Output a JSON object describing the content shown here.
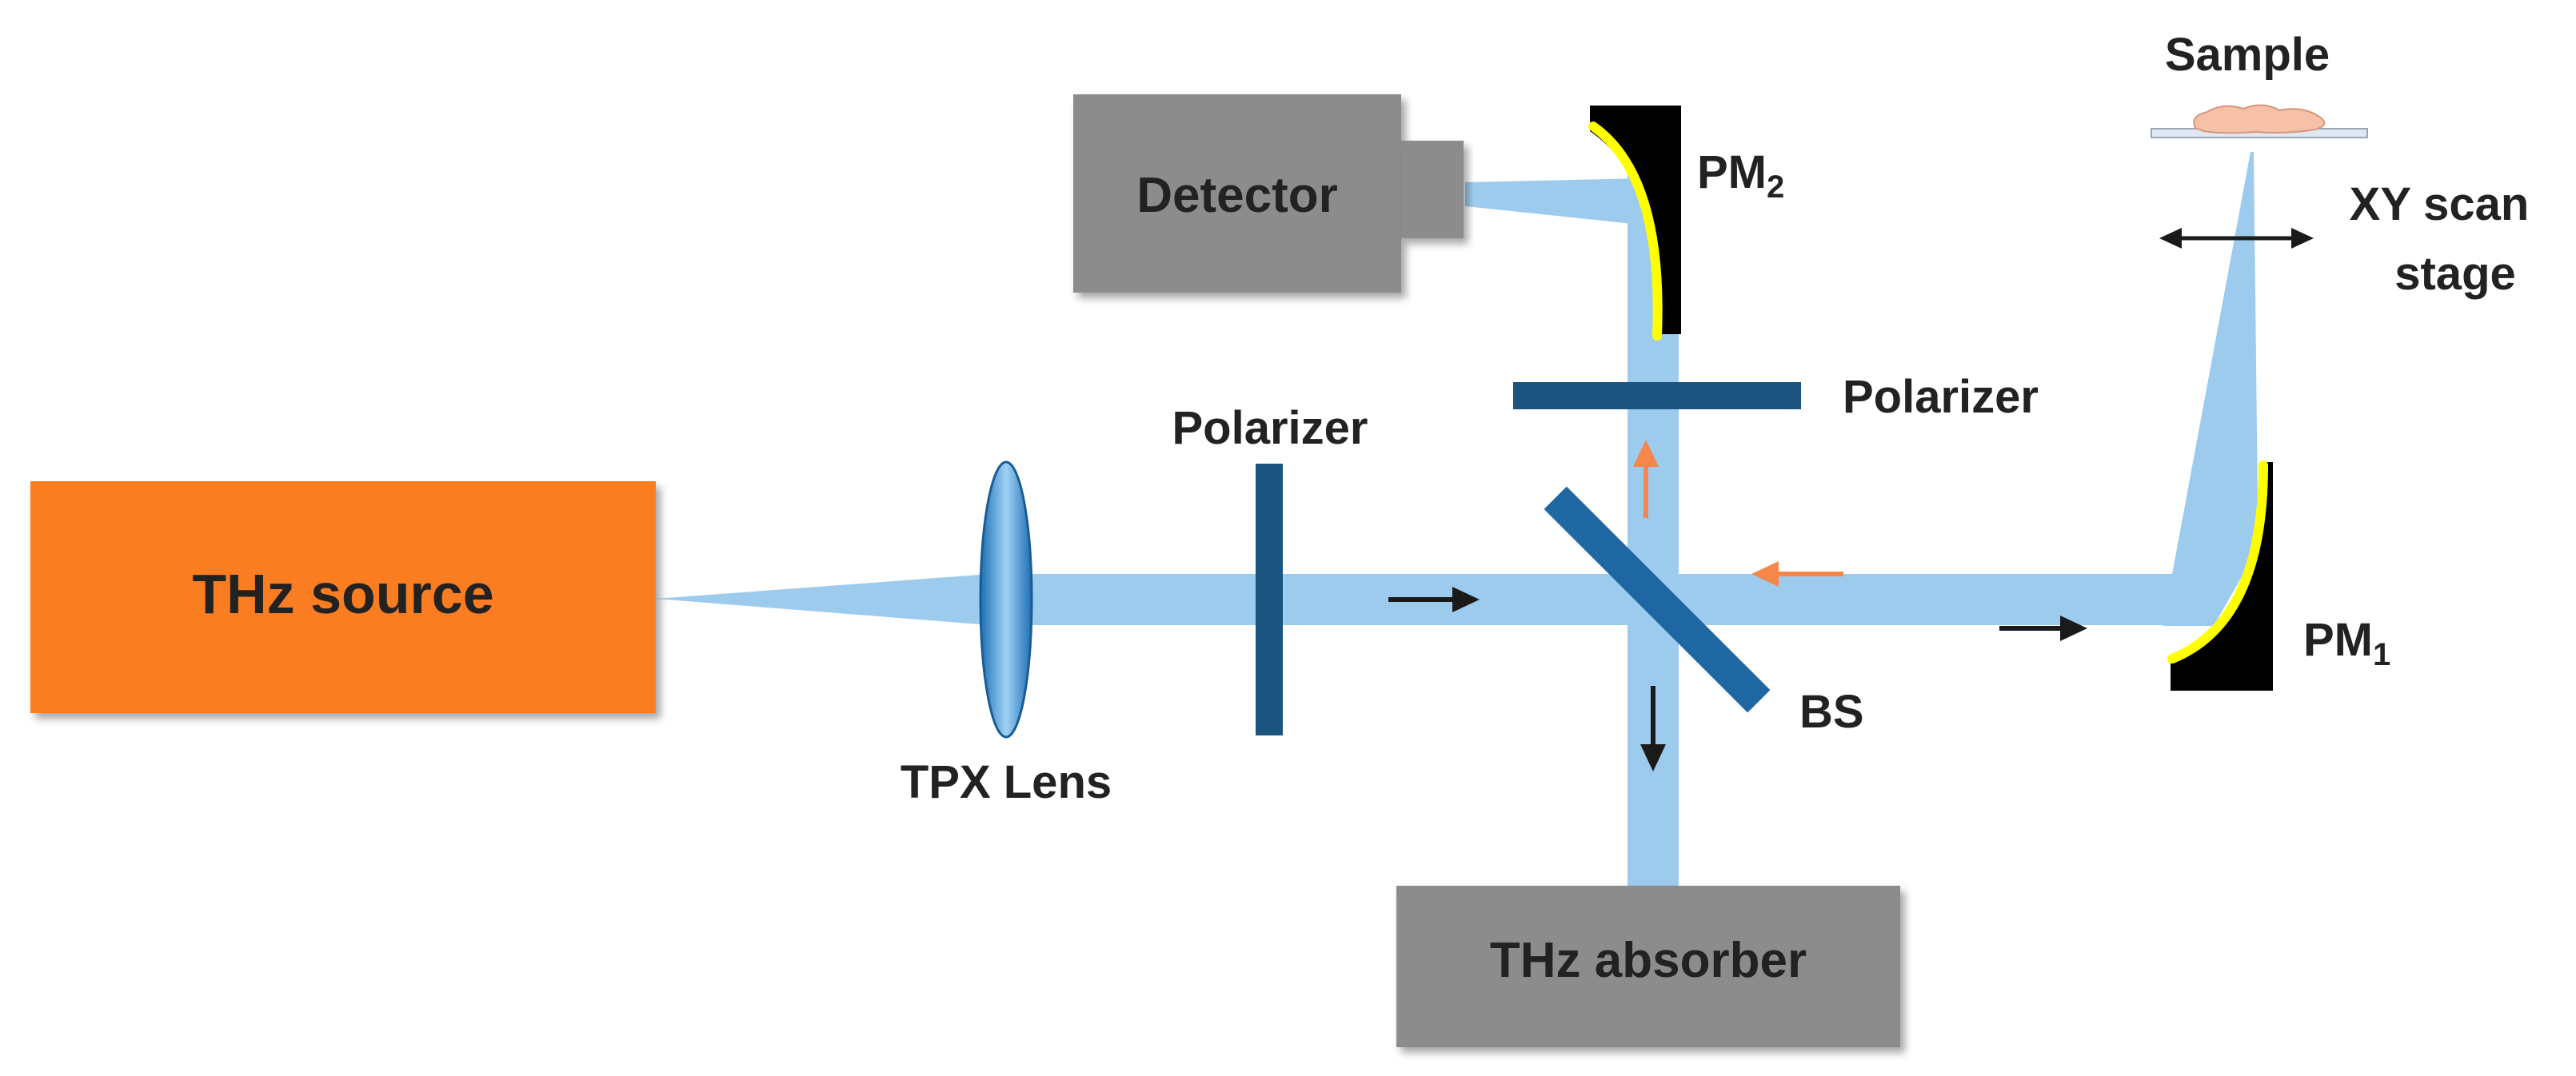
{
  "components": {
    "source": "THz source",
    "lens": "TPX Lens",
    "polarizer_1": "Polarizer",
    "polarizer_2": "Polarizer",
    "beam_splitter": "BS",
    "detector": "Detector",
    "absorber": "THz absorber",
    "sample": "Sample",
    "stage_line_1": "XY scan",
    "stage_line_2": "stage",
    "mirror_1": {
      "main": "PM",
      "sub": "1"
    },
    "mirror_2": {
      "main": "PM",
      "sub": "2"
    }
  },
  "colors": {
    "source_fill": "#fb7d23",
    "box_fill": "#8c8c8c",
    "beam": "#9dcbee",
    "polarizer": "#1c5480",
    "beam_splitter": "#1f67a3",
    "mirror_body": "#000000",
    "mirror_coating": "#ffff00",
    "lens": "#3d96d4",
    "arrow_black": "#1a1a1a",
    "arrow_orange": "#f6864a",
    "sample_fill": "#f7c1a8"
  },
  "icons": {
    "beam_direction": "arrow-icon",
    "scan_direction": "double-arrow-icon"
  }
}
